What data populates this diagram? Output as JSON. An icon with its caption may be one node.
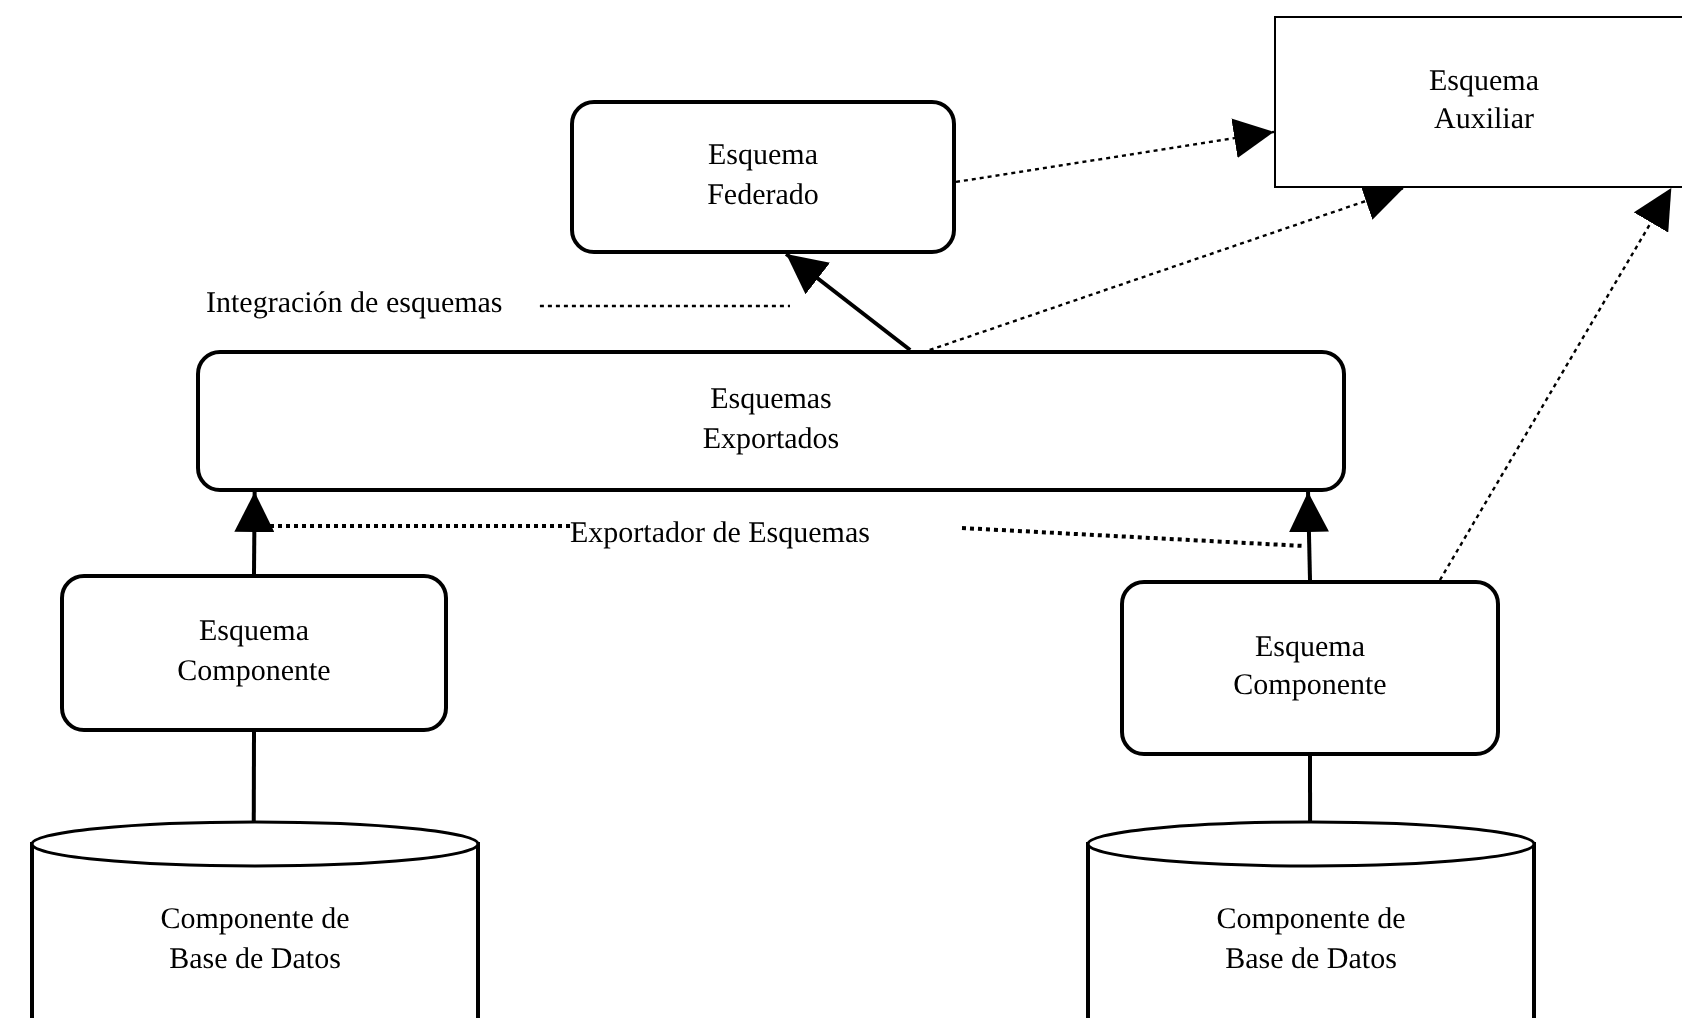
{
  "diagram": {
    "nodes": [
      {
        "text": [
          "Esquema Auxiliar"
        ]
      },
      {
        "text": [
          "Esquema Federado"
        ]
      },
      {
        "text": [
          "Esquemas Exportados"
        ]
      },
      {
        "text": [
          "Esquema Componente"
        ]
      },
      {
        "text": [
          "Esquema Componente"
        ]
      },
      {
        "text": [
          "Componente de Base de Datos"
        ]
      },
      {
        "text": [
          "Componente de Base de Datos"
        ]
      },
      {
        "text": [
          "Integración de esquemas"
        ]
      },
      {
        "text": [
          "Exportador de Esquemas"
        ]
      }
    ],
    "edges": [
      {
        "from": 2,
        "to": 1,
        "arrow": "to"
      },
      {
        "from": 1,
        "to": 0,
        "arrow": "to",
        "style": "dashed"
      },
      {
        "from": 2,
        "to": 0,
        "arrow": "to",
        "style": "dashed"
      },
      {
        "from": 4,
        "to": 0,
        "arrow": "to",
        "style": "dashed"
      },
      {
        "from": 3,
        "to": 2,
        "arrow": "to"
      },
      {
        "from": 4,
        "to": 2,
        "arrow": "to"
      },
      {
        "from": 5,
        "to": 3,
        "arrow": "none"
      },
      {
        "from": 6,
        "to": 4,
        "arrow": "none"
      },
      {
        "from": 7,
        "to": null,
        "arrow": "none",
        "style": "dashed"
      },
      {
        "from": 8,
        "to": null,
        "arrow": "none",
        "style": "dashed"
      },
      {
        "from": 8,
        "to": null,
        "arrow": "none",
        "style": "dashed"
      }
    ]
  }
}
